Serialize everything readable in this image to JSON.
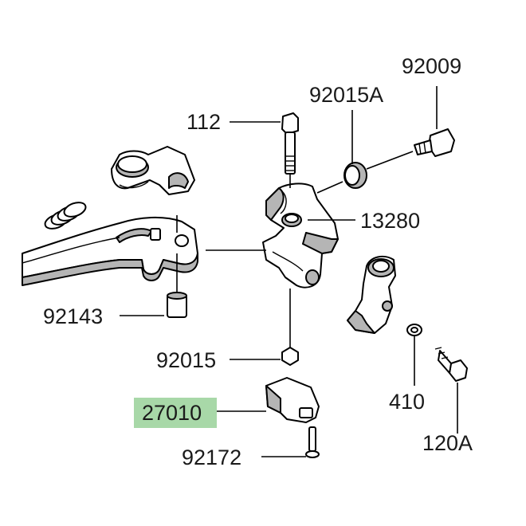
{
  "diagram": {
    "labels": {
      "p92009": "92009",
      "p92015A": "92015A",
      "p112": "112",
      "p13280": "13280",
      "p92143": "92143",
      "p92015": "92015",
      "p27010": "27010",
      "p92172": "92172",
      "p410": "410",
      "p120A": "120A"
    },
    "highlight_color": "#a8d8a8",
    "line_color": "#000000",
    "shade_color": "#b5b5b5"
  }
}
